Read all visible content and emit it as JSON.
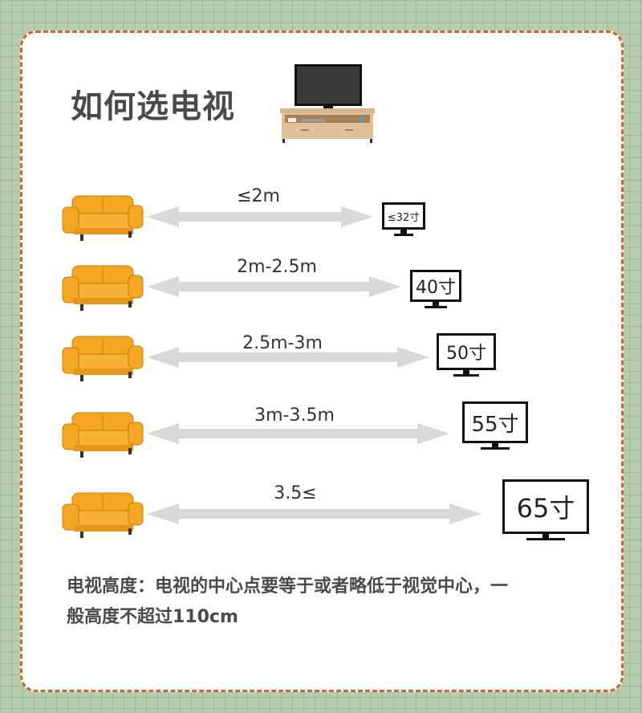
{
  "title": "如何选电视",
  "rows": [
    {
      "distance": "≤2m",
      "tv_size": "≤32寸"
    },
    {
      "distance": "2m-2.5m",
      "tv_size": "40寸"
    },
    {
      "distance": "2.5m-3m",
      "tv_size": "50寸"
    },
    {
      "distance": "3m-3.5m",
      "tv_size": "55寸"
    },
    {
      "distance": "3.5≤",
      "tv_size": "65寸"
    }
  ],
  "note": "电视高度：电视的中心点要等于或者略低于视觉中心，一般高度不超过110cm",
  "colors": {
    "sofa": "#f5a623",
    "border": "#c9692d",
    "arrow": "#d9d9d9",
    "background": "#b7cbae"
  }
}
